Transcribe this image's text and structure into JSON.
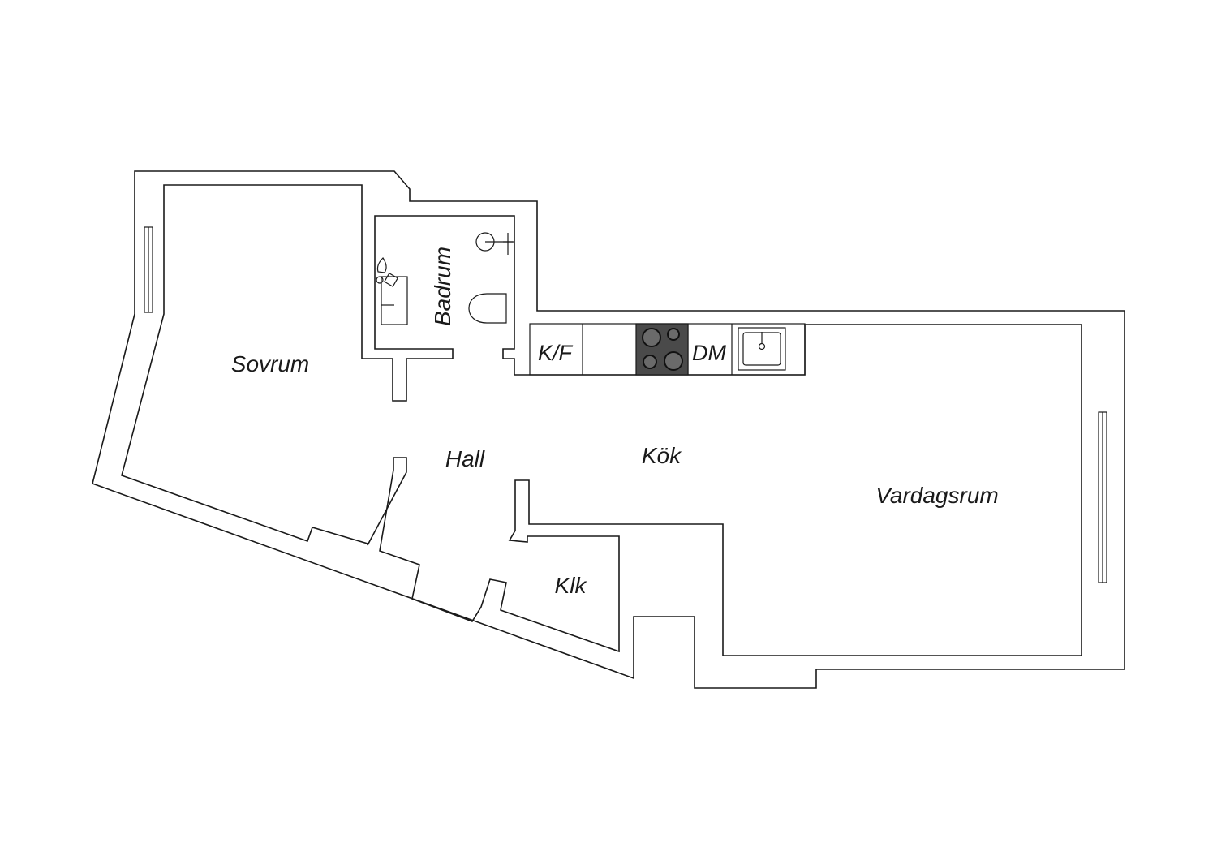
{
  "rooms": {
    "sovrum": "Sovrum",
    "badrum": "Badrum",
    "hall": "Hall",
    "kok": "Kök",
    "vardagsrum": "Vardagsrum",
    "klk": "Klk"
  },
  "appliances": {
    "kf": "K/F",
    "dm": "DM"
  },
  "colors": {
    "line": "#1a1a1a",
    "background": "#ffffff",
    "stove": "#4a4a4a"
  },
  "icons": [
    "window-icon",
    "toilet-icon",
    "sink-icon",
    "shower-icon",
    "stove-icon",
    "kitchen-sink-icon"
  ]
}
